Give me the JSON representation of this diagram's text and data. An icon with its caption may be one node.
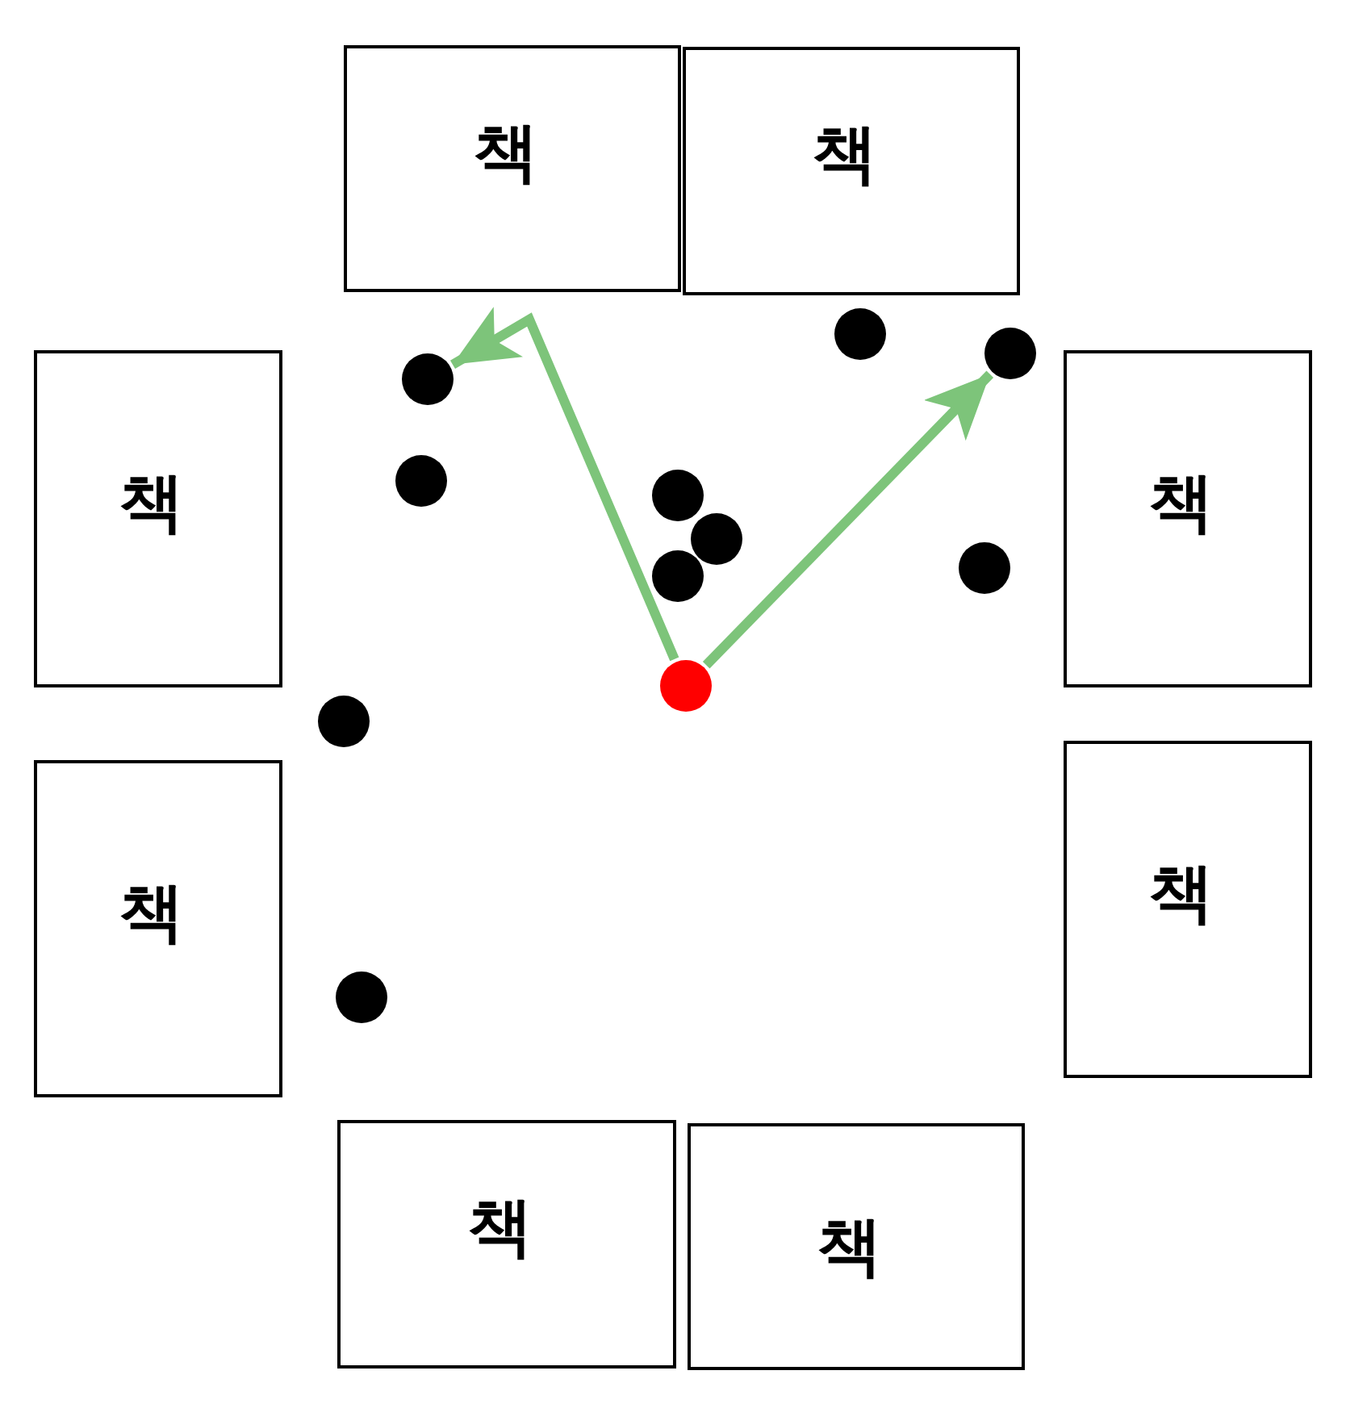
{
  "diagram": {
    "nodes": [
      {
        "text": [
          "책"
        ]
      },
      {
        "text": [
          "책"
        ]
      },
      {
        "text": [
          "책"
        ]
      },
      {
        "text": [
          "책"
        ]
      },
      {
        "text": [
          "책"
        ]
      },
      {
        "text": [
          "책"
        ]
      },
      {
        "text": [
          "책"
        ]
      },
      {
        "text": [
          "책"
        ]
      },
      {
        "text": [],
        "shape": "circle"
      },
      {
        "text": [],
        "shape": "circle"
      },
      {
        "text": [],
        "shape": "circle"
      },
      {
        "text": [],
        "shape": "circle"
      },
      {
        "text": [],
        "shape": "circle"
      },
      {
        "text": [],
        "shape": "circle"
      },
      {
        "text": [],
        "shape": "circle"
      },
      {
        "text": [],
        "shape": "circle"
      },
      {
        "text": [],
        "shape": "circle"
      },
      {
        "text": [],
        "shape": "circle"
      },
      {
        "text": [],
        "shape": "circle"
      }
    ],
    "edges": [
      {
        "from": 8,
        "to": 11,
        "arrow": "to",
        "color": "#7dc47a"
      },
      {
        "from": 8,
        "to": 10,
        "arrow": "to",
        "color": "#7dc47a"
      }
    ]
  }
}
